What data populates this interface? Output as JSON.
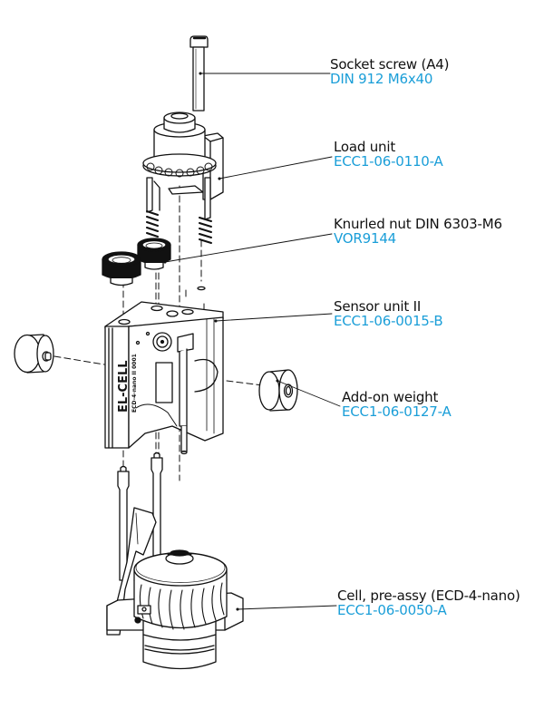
{
  "diagram": {
    "type": "exploded-assembly-drawing",
    "colors": {
      "line": "#111111",
      "part_code": "#1a9ed8",
      "background": "#ffffff"
    },
    "brand_mark": "EL-CELL",
    "callouts": [
      {
        "id": "socket-screw",
        "name": "Socket screw (A4)",
        "code": "DIN 912 M6x40"
      },
      {
        "id": "load-unit",
        "name": "Load unit",
        "code": "ECC1-06-0110-A"
      },
      {
        "id": "knurled-nut",
        "name": "Knurled nut DIN 6303-M6",
        "code": "VOR9144"
      },
      {
        "id": "sensor-unit",
        "name": "Sensor unit II",
        "code": "ECC1-06-0015-B"
      },
      {
        "id": "add-on-weight",
        "name": "Add-on weight",
        "code": "ECC1-06-0127-A"
      },
      {
        "id": "cell-pre-assy",
        "name": "Cell, pre-assy (ECD-4-nano)",
        "code": "ECC1-06-0050-A"
      }
    ]
  }
}
